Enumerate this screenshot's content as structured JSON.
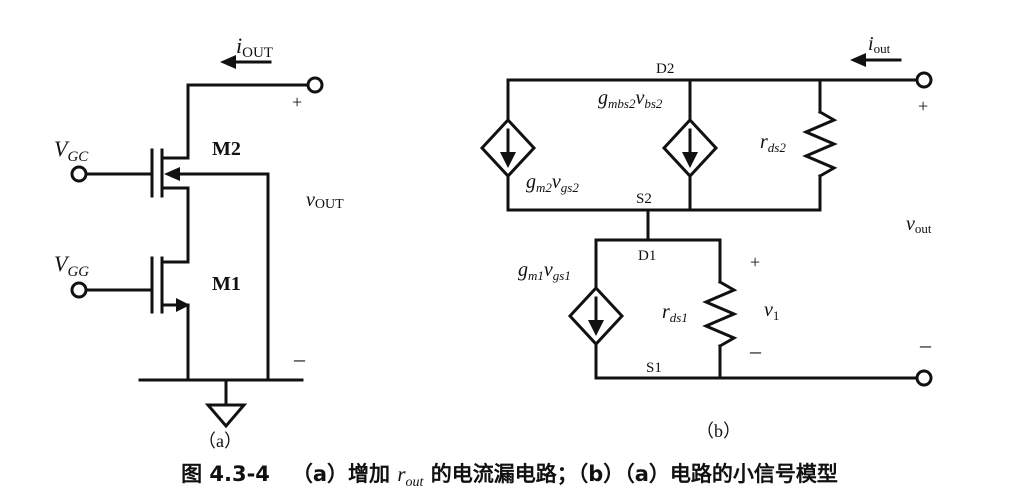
{
  "circuit_a": {
    "label": "（a）",
    "transistors": {
      "upper": "M2",
      "lower": "M1"
    },
    "gate_labels": {
      "upper_v": "V",
      "upper_sub": "GC",
      "lower_v": "V",
      "lower_sub": "GG"
    },
    "current_label": {
      "sym": "i",
      "sub": "OUT"
    },
    "voltage_label": {
      "sym": "v",
      "sub": "OUT"
    },
    "plus": "+",
    "minus": "–"
  },
  "circuit_b": {
    "label": "（b）",
    "nodes": {
      "d2": "D2",
      "s2": "S2",
      "d1": "D1",
      "s1": "S1"
    },
    "current_label": {
      "sym": "i",
      "sub": "out"
    },
    "voltage_label": {
      "sym": "v",
      "sub": "out"
    },
    "gm2": {
      "g": "g",
      "gsub": "m2",
      "v": "v",
      "vsub": "gs2"
    },
    "gmbs2": {
      "g": "g",
      "gsub": "mbs2",
      "v": "v",
      "vsub": "bs2"
    },
    "rds2": {
      "r": "r",
      "sub": "ds2"
    },
    "gm1": {
      "g": "g",
      "gsub": "m1",
      "v": "v",
      "vsub": "gs1"
    },
    "rds1": {
      "r": "r",
      "sub": "ds1"
    },
    "v1": {
      "v": "v",
      "sub": "1"
    },
    "plus": "+",
    "minus": "–"
  },
  "caption": {
    "prefix": "图 4.3-4   （a）增加 ",
    "r": "r",
    "rsub": "out",
    "suffix": " 的电流漏电路；（b）（a）电路的小信号模型"
  }
}
